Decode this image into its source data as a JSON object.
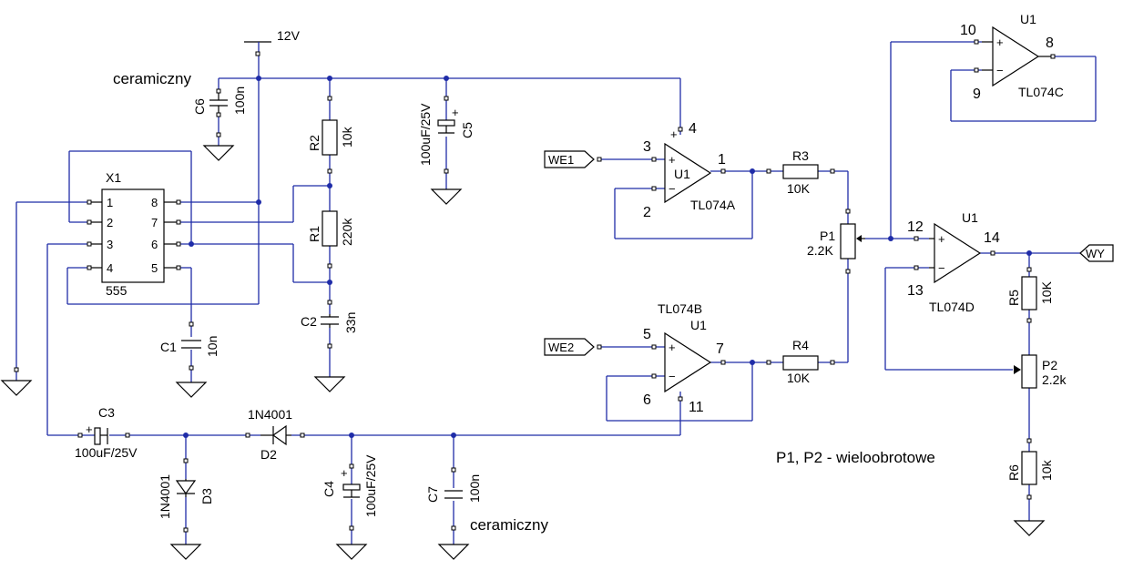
{
  "notes": {
    "supply": "12V",
    "ceramic_top": "ceramiczny",
    "ceramic_bottom": "ceramiczny",
    "multiturn": "P1, P2 - wieloobrotowe"
  },
  "ic555": {
    "ref": "X1",
    "type": "555",
    "pins": [
      "1",
      "2",
      "3",
      "4",
      "5",
      "6",
      "7",
      "8"
    ]
  },
  "components": {
    "c6": {
      "ref": "C6",
      "value": "100n"
    },
    "c5": {
      "ref": "C5",
      "value": "100uF/25V"
    },
    "r2": {
      "ref": "R2",
      "value": "10k"
    },
    "r1": {
      "ref": "R1",
      "value": "220k"
    },
    "c2": {
      "ref": "C2",
      "value": "33n"
    },
    "c1": {
      "ref": "C1",
      "value": "10n"
    },
    "c3": {
      "ref": "C3",
      "value": "100uF/25V"
    },
    "d2": {
      "ref": "D2",
      "value": "1N4001"
    },
    "d3": {
      "ref": "D3",
      "value": "1N4001"
    },
    "c4": {
      "ref": "C4",
      "value": "100uF/25V"
    },
    "c7": {
      "ref": "C7",
      "value": "100n"
    },
    "r3": {
      "ref": "R3",
      "value": "10K"
    },
    "r4": {
      "ref": "R4",
      "value": "10K"
    },
    "p1": {
      "ref": "P1",
      "value": "2.2K"
    },
    "p2": {
      "ref": "P2",
      "value": "2.2k"
    },
    "r5": {
      "ref": "R5",
      "value": "10K"
    },
    "r6": {
      "ref": "R6",
      "value": "10k"
    }
  },
  "opamps": {
    "a": {
      "ref": "U1",
      "name": "TL074A",
      "in_plus": "3",
      "in_minus": "2",
      "out": "1",
      "vcc": "4"
    },
    "b": {
      "ref": "U1",
      "name": "TL074B",
      "in_plus": "5",
      "in_minus": "6",
      "out": "7",
      "vee": "11"
    },
    "c": {
      "ref": "U1",
      "name": "TL074C",
      "in_plus": "10",
      "in_minus": "9",
      "out": "8"
    },
    "d": {
      "ref": "U1",
      "name": "TL074D",
      "in_plus": "12",
      "in_minus": "13",
      "out": "14"
    }
  },
  "ports": {
    "we1": "WE1",
    "we2": "WE2",
    "wy": "WY"
  },
  "symbols": {
    "plus": "+",
    "minus": "−"
  }
}
